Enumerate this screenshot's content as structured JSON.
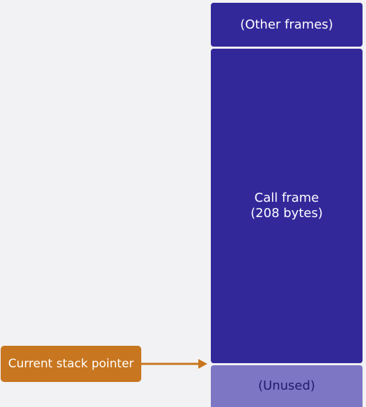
{
  "stack": {
    "other_frames": "(Other frames)",
    "call_frame": "Call frame\n(208 bytes)",
    "unused": "(Unused)"
  },
  "pointer": {
    "label": "Current stack pointer"
  },
  "colors": {
    "frame": "#33289a",
    "unused": "#7d76c4",
    "pointer": "#c8761f",
    "background": "#f2f2f4"
  }
}
